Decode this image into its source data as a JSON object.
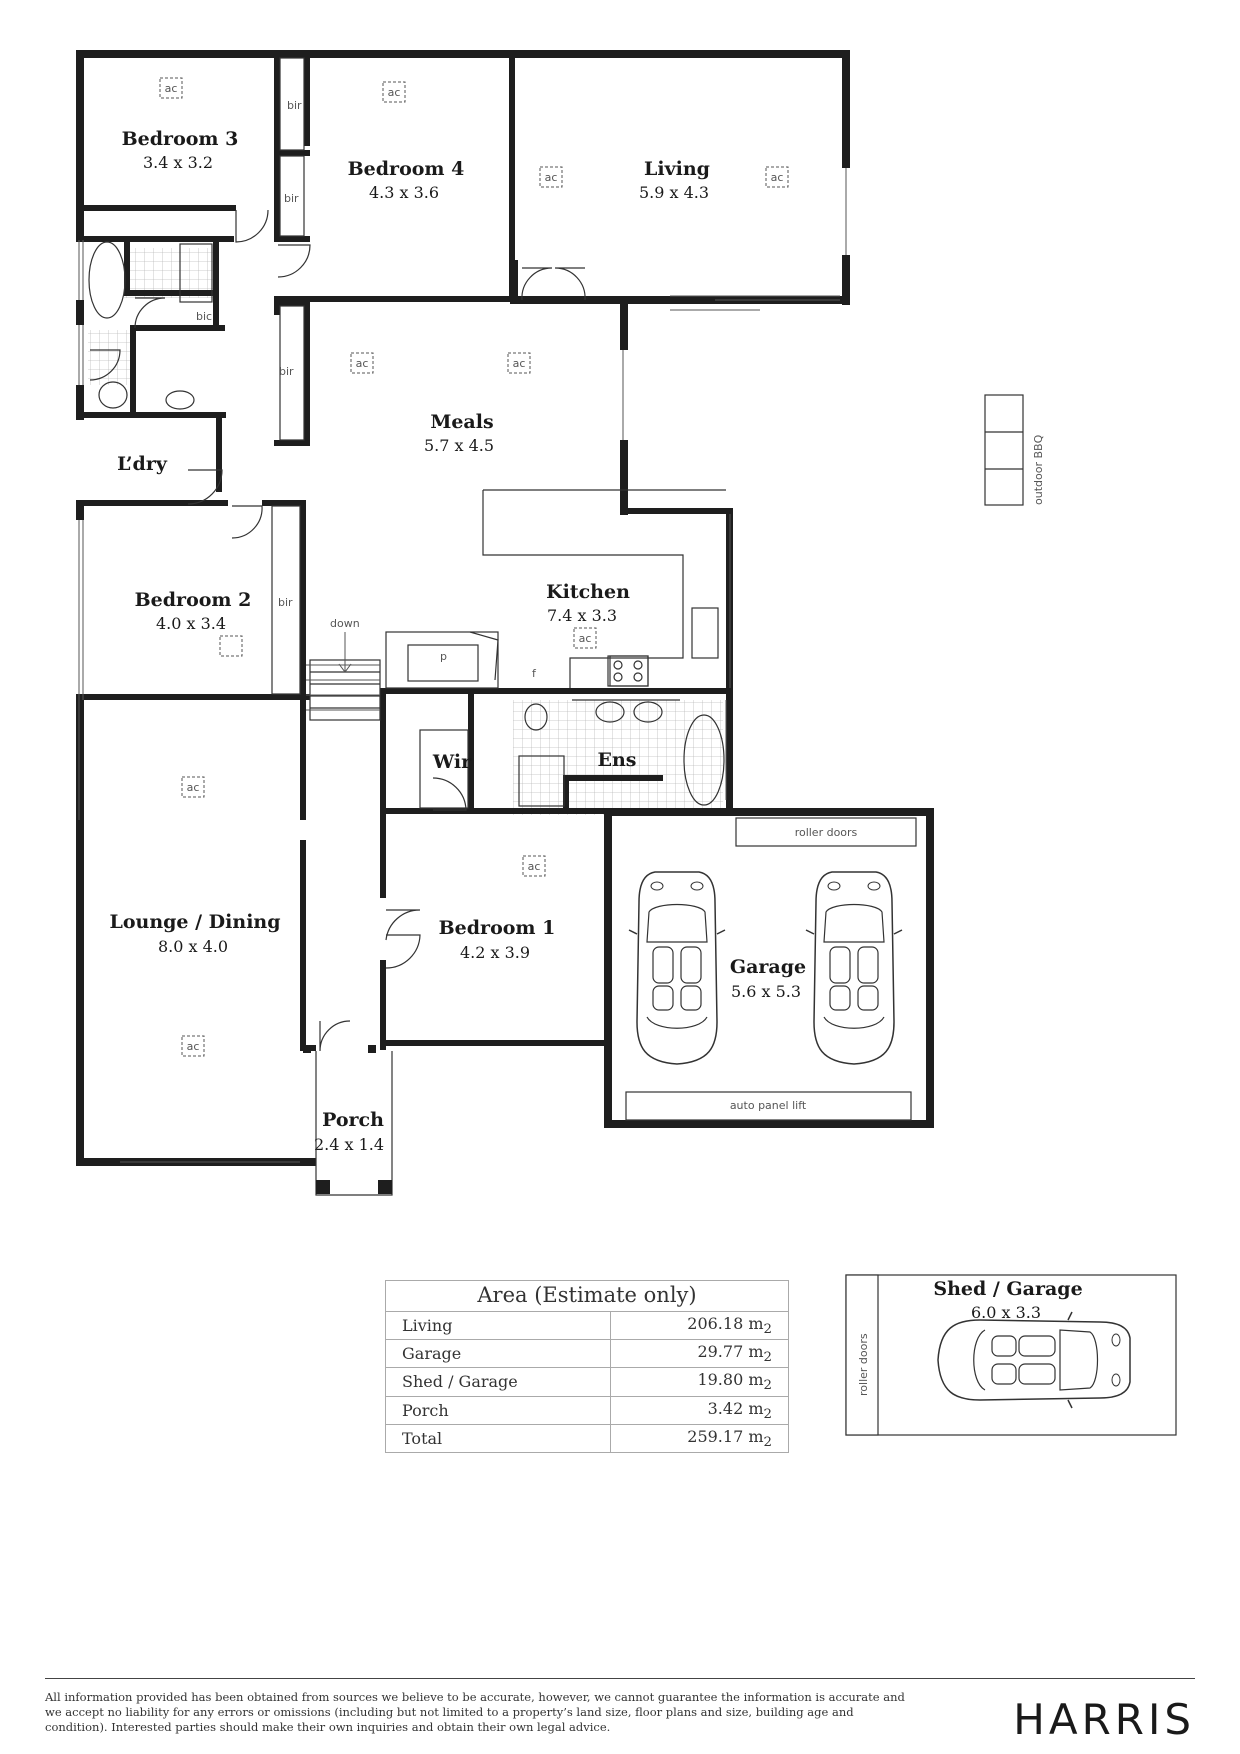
{
  "rooms": {
    "bedroom3": {
      "name": "Bedroom 3",
      "dim": "3.4 x 3.2"
    },
    "bedroom4": {
      "name": "Bedroom 4",
      "dim": "4.3 x 3.6"
    },
    "living": {
      "name": "Living",
      "dim": "5.9 x 4.3"
    },
    "meals": {
      "name": "Meals",
      "dim": "5.7 x 4.5"
    },
    "laundry": {
      "name": "L’dry"
    },
    "bedroom2": {
      "name": "Bedroom 2",
      "dim": "4.0 x 3.4"
    },
    "kitchen": {
      "name": "Kitchen",
      "dim": "7.4 x 3.3"
    },
    "wir": {
      "name": "Wir"
    },
    "ens": {
      "name": "Ens"
    },
    "lounge": {
      "name": "Lounge / Dining",
      "dim": "8.0 x 4.0"
    },
    "bedroom1": {
      "name": "Bedroom 1",
      "dim": "4.2 x 3.9"
    },
    "garage": {
      "name": "Garage",
      "dim": "5.6 x 5.3"
    },
    "porch": {
      "name": "Porch",
      "dim": "2.4 x 1.4"
    },
    "shed": {
      "name": "Shed / Garage",
      "dim": "6.0 x 3.3"
    }
  },
  "labels": {
    "ac": "ac",
    "bir": "bir",
    "bic": "bic",
    "down": "down",
    "pantry": "p",
    "fridge": "f",
    "roller_doors": "roller doors",
    "auto_panel_lift": "auto panel lift",
    "outdoor_bbq": "outdoor BBQ"
  },
  "area_table": {
    "title": "Area (Estimate only)",
    "unit": "m",
    "unit_sup": "2",
    "rows": [
      {
        "label": "Living",
        "value": "206.18"
      },
      {
        "label": "Garage",
        "value": "29.77"
      },
      {
        "label": "Shed / Garage",
        "value": "19.80"
      },
      {
        "label": "Porch",
        "value": "3.42"
      },
      {
        "label": "Total",
        "value": "259.17"
      }
    ]
  },
  "disclaimer": "All information provided has been obtained from sources we believe to be accurate, however, we cannot guarantee the information is accurate and we accept no liability for any errors or omissions (including but not limited to a property’s land size, floor plans and size, building age and condition). Interested parties should make their own inquiries and obtain their own legal advice.",
  "brand": "HARRIS"
}
